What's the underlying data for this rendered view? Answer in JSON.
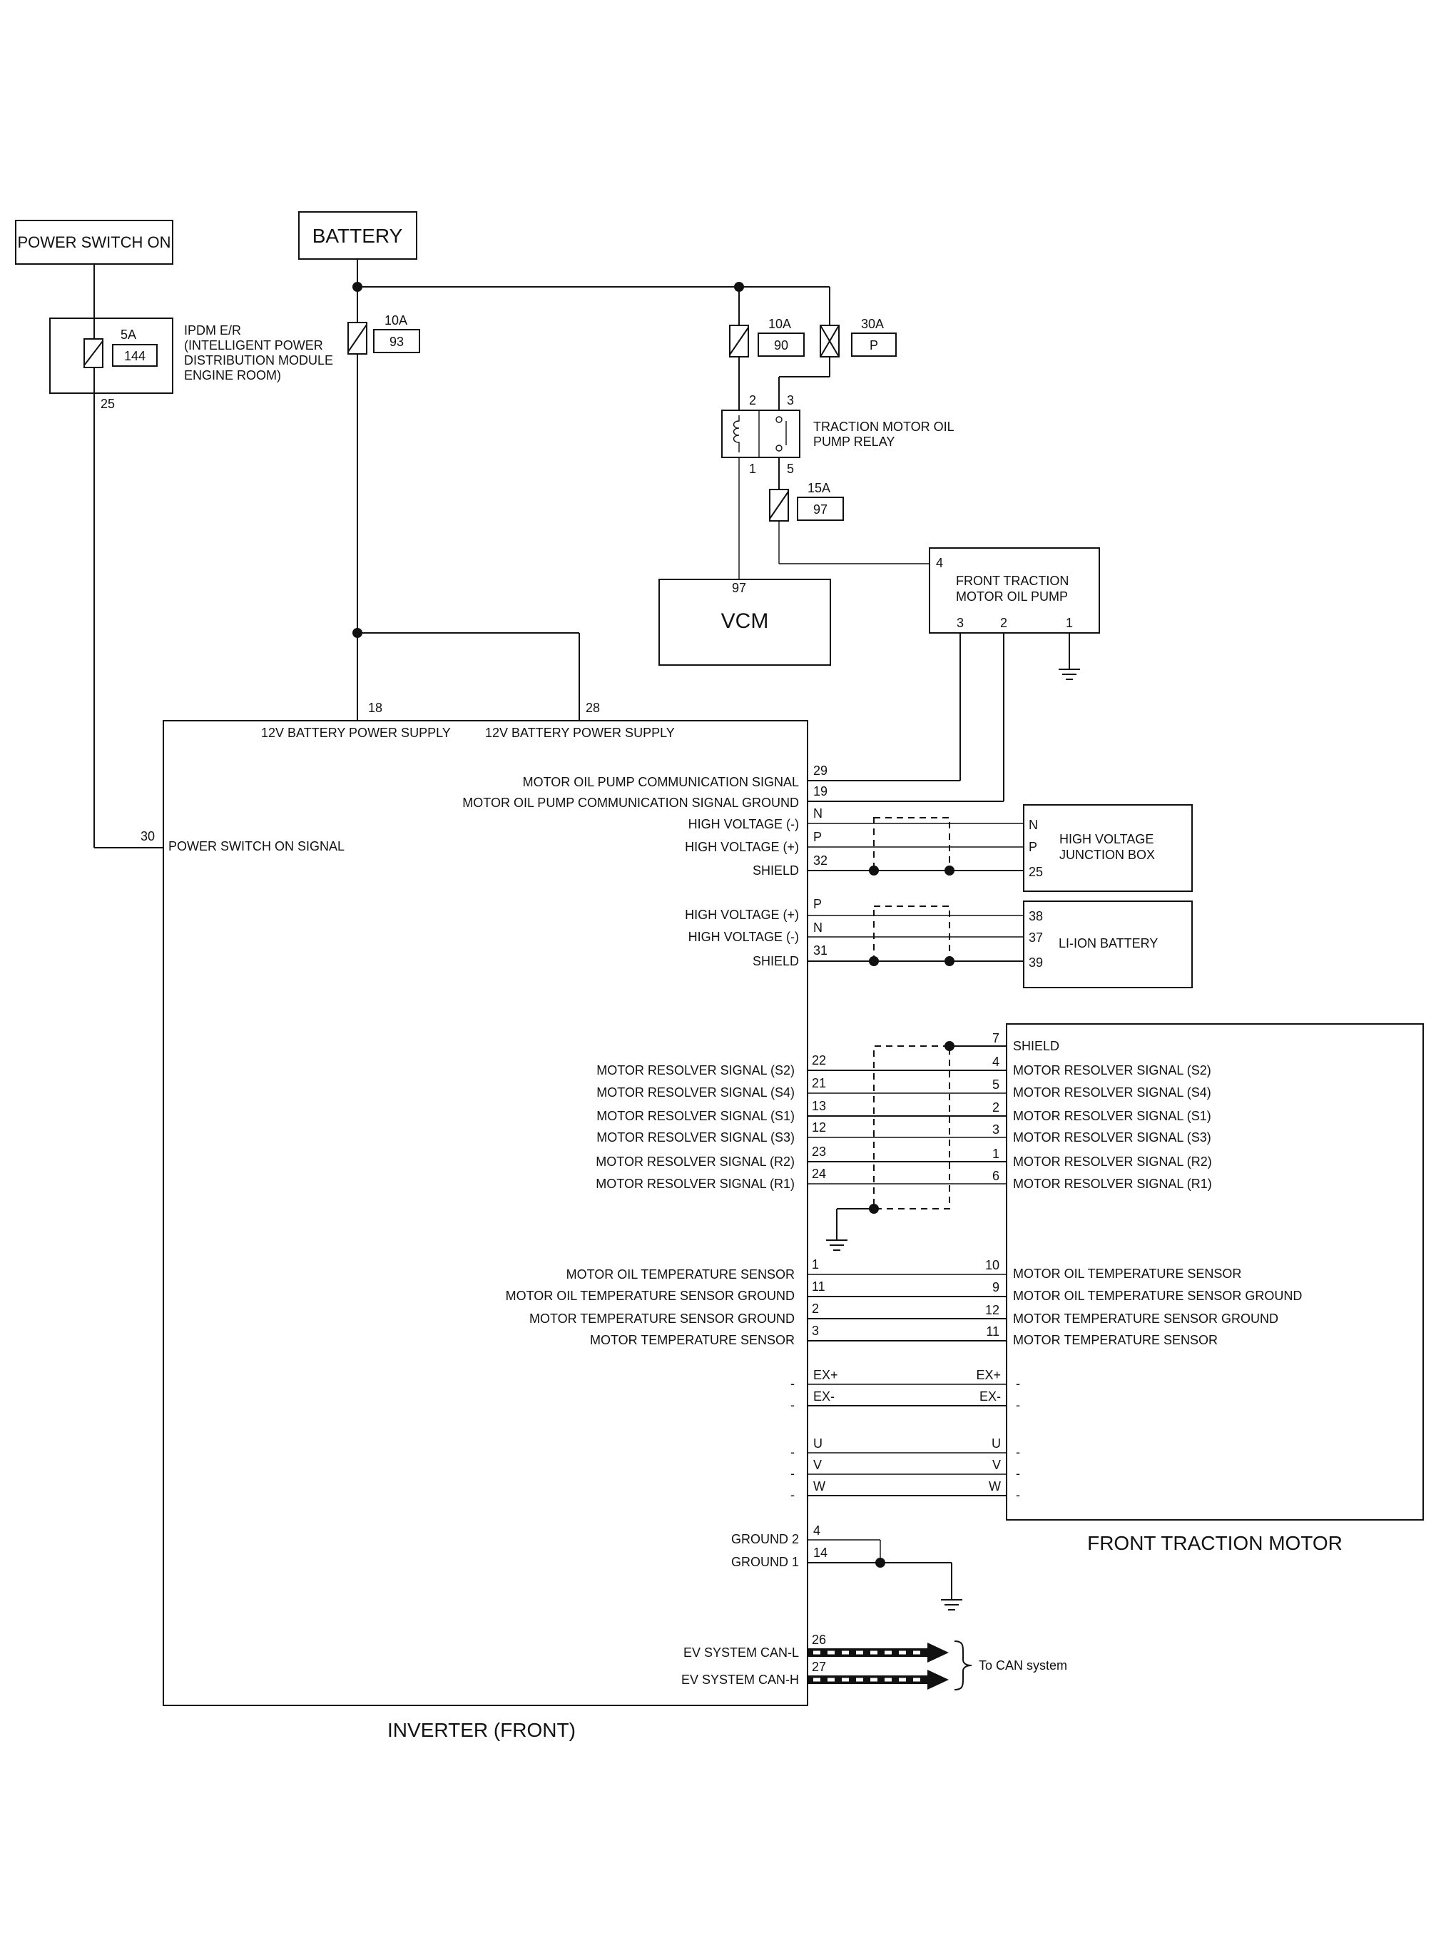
{
  "components": {
    "power_switch": "POWER SWITCH ON",
    "battery": "BATTERY",
    "ipdm": [
      "IPDM E/R",
      "(INTELLIGENT POWER",
      "DISTRIBUTION MODULE",
      "ENGINE ROOM)"
    ],
    "relay": [
      "TRACTION MOTOR OIL",
      "PUMP RELAY"
    ],
    "vcm": "VCM",
    "oil_pump": [
      "FRONT TRACTION",
      "MOTOR OIL PUMP"
    ],
    "hv_junction": [
      "HIGH VOLTAGE",
      "JUNCTION BOX"
    ],
    "li_ion": "LI-ION BATTERY",
    "front_motor": "FRONT TRACTION MOTOR",
    "inverter": "INVERTER (FRONT)",
    "can_system": "To CAN system"
  },
  "fuses": [
    {
      "rating": "5A",
      "number": "144"
    },
    {
      "rating": "10A",
      "number": "93"
    },
    {
      "rating": "10A",
      "number": "90"
    },
    {
      "rating": "30A",
      "number": "P"
    },
    {
      "rating": "15A",
      "number": "97"
    }
  ],
  "pins": {
    "ipdm_out": "25",
    "relay_2": "2",
    "relay_3": "3",
    "relay_1": "1",
    "relay_5": "5",
    "vcm": "97",
    "pump_4": "4",
    "pump_3": "3",
    "pump_2": "2",
    "pump_1": "1",
    "inv_18": "18",
    "inv_28": "28",
    "inv_30": "30"
  },
  "inverter_signals": {
    "supply_1": "12V BATTERY POWER SUPPLY",
    "supply_2": "12V BATTERY POWER SUPPLY",
    "power_switch_on": "POWER SWITCH ON SIGNAL",
    "pump_comm": "MOTOR OIL PUMP COMMUNICATION SIGNAL",
    "pump_comm_ground": "MOTOR OIL PUMP COMMUNICATION SIGNAL GROUND",
    "hv_minus": "HIGH VOLTAGE (-)",
    "hv_plus": "HIGH VOLTAGE (+)",
    "shield": "SHIELD",
    "ground2": "GROUND 2",
    "ground1": "GROUND 1",
    "can_l": "EV SYSTEM CAN-L",
    "can_h": "EV SYSTEM CAN-H"
  },
  "pump_wires": [
    {
      "label": "MOTOR OIL PUMP COMMUNICATION SIGNAL",
      "pin": "29"
    },
    {
      "label": "MOTOR OIL PUMP COMMUNICATION SIGNAL GROUND",
      "pin": "19"
    }
  ],
  "hv_junction_wires": [
    {
      "label": "HIGH VOLTAGE (-)",
      "inv_pin": "N",
      "dest_pin": "N"
    },
    {
      "label": "HIGH VOLTAGE (+)",
      "inv_pin": "P",
      "dest_pin": "P"
    },
    {
      "label": "SHIELD",
      "inv_pin": "32",
      "dest_pin": "25"
    }
  ],
  "li_ion_wires": [
    {
      "label": "HIGH VOLTAGE (+)",
      "inv_pin": "P",
      "dest_pin": "38"
    },
    {
      "label": "HIGH VOLTAGE (-)",
      "inv_pin": "N",
      "dest_pin": "37"
    },
    {
      "label": "SHIELD",
      "inv_pin": "31",
      "dest_pin": "39"
    }
  ],
  "motor_shield": {
    "label": "SHIELD",
    "pin": "7"
  },
  "resolver_wires": [
    {
      "inv_label": "MOTOR RESOLVER SIGNAL (S2)",
      "inv_pin": "22",
      "motor_pin": "4",
      "motor_label": "MOTOR RESOLVER SIGNAL (S2)"
    },
    {
      "inv_label": "MOTOR RESOLVER SIGNAL (S4)",
      "inv_pin": "21",
      "motor_pin": "5",
      "motor_label": "MOTOR RESOLVER SIGNAL (S4)"
    },
    {
      "inv_label": "MOTOR RESOLVER SIGNAL (S1)",
      "inv_pin": "13",
      "motor_pin": "2",
      "motor_label": "MOTOR RESOLVER SIGNAL (S1)"
    },
    {
      "inv_label": "MOTOR RESOLVER SIGNAL (S3)",
      "inv_pin": "12",
      "motor_pin": "3",
      "motor_label": "MOTOR RESOLVER SIGNAL (S3)"
    },
    {
      "inv_label": "MOTOR RESOLVER SIGNAL (R2)",
      "inv_pin": "23",
      "motor_pin": "1",
      "motor_label": "MOTOR RESOLVER SIGNAL (R2)"
    },
    {
      "inv_label": "MOTOR RESOLVER SIGNAL (R1)",
      "inv_pin": "24",
      "motor_pin": "6",
      "motor_label": "MOTOR RESOLVER SIGNAL (R1)"
    }
  ],
  "temp_wires": [
    {
      "inv_label": "MOTOR OIL TEMPERATURE SENSOR",
      "inv_pin": "1",
      "motor_pin": "10",
      "motor_label": "MOTOR OIL TEMPERATURE SENSOR"
    },
    {
      "inv_label": "MOTOR OIL TEMPERATURE SENSOR GROUND",
      "inv_pin": "11",
      "motor_pin": "9",
      "motor_label": "MOTOR OIL TEMPERATURE SENSOR GROUND"
    },
    {
      "inv_label": "MOTOR TEMPERATURE SENSOR GROUND",
      "inv_pin": "2",
      "motor_pin": "12",
      "motor_label": "MOTOR TEMPERATURE SENSOR GROUND"
    },
    {
      "inv_label": "MOTOR TEMPERATURE SENSOR",
      "inv_pin": "3",
      "motor_pin": "11",
      "motor_label": "MOTOR TEMPERATURE SENSOR"
    }
  ],
  "ex_wires": [
    {
      "inv_pin": "EX+",
      "motor_pin": "EX+"
    },
    {
      "inv_pin": "EX-",
      "motor_pin": "EX-"
    }
  ],
  "phase_wires": [
    {
      "inv_pin": "U",
      "motor_pin": "U"
    },
    {
      "inv_pin": "V",
      "motor_pin": "V"
    },
    {
      "inv_pin": "W",
      "motor_pin": "W"
    }
  ],
  "ground_pins": {
    "ground2": "4",
    "ground1": "14"
  },
  "can_pins": {
    "can_l": "26",
    "can_h": "27"
  },
  "unconnected_mark": "-"
}
